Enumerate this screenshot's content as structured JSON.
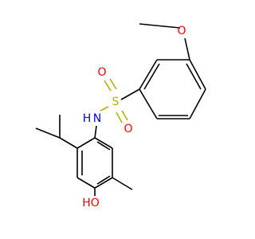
{
  "colors": {
    "carbon": "#000000",
    "oxygen": "#ff0000",
    "nitrogen": "#0000ff",
    "sulfur": "#b2b200",
    "background": "#ffffff"
  },
  "atoms": {
    "methoxy_oxygen": "O",
    "sulfur": "S",
    "sulfonyl_oxygen_top": "O",
    "sulfonyl_oxygen_bottom": "O",
    "amine": "N",
    "amine_hydrogen": "H",
    "hydroxyl": "HO"
  }
}
